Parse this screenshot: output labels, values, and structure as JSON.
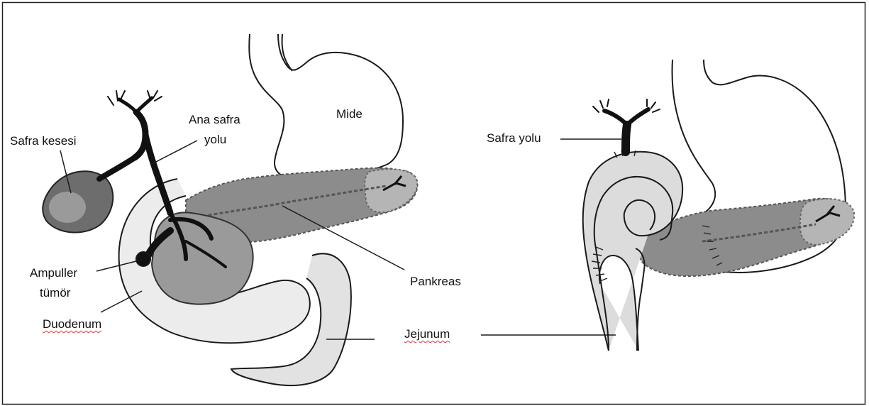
{
  "diagram": {
    "left_figure": {
      "labels": {
        "safra_kesesi": "Safra kesesi",
        "ana_safra_line1": "Ana safra",
        "ana_safra_line2": "yolu",
        "mide": "Mide",
        "ampuller_line1": "Ampuller",
        "ampuller_line2": "tümör",
        "duodenum": "Duodenum",
        "pankreas": "Pankreas"
      }
    },
    "shared": {
      "jejunum": "Jejunum"
    },
    "right_figure": {
      "labels": {
        "safra_yolu": "Safra yolu"
      }
    },
    "colors": {
      "outline": "#1a1a1a",
      "pancreas": "#8c8c8c",
      "pancreas_light": "#b5b5b5",
      "bowel": "#dcdcdc",
      "duct": "#111111",
      "tumor_area": "#9a9a9a",
      "spellcheck_underline": "#d33333"
    }
  }
}
